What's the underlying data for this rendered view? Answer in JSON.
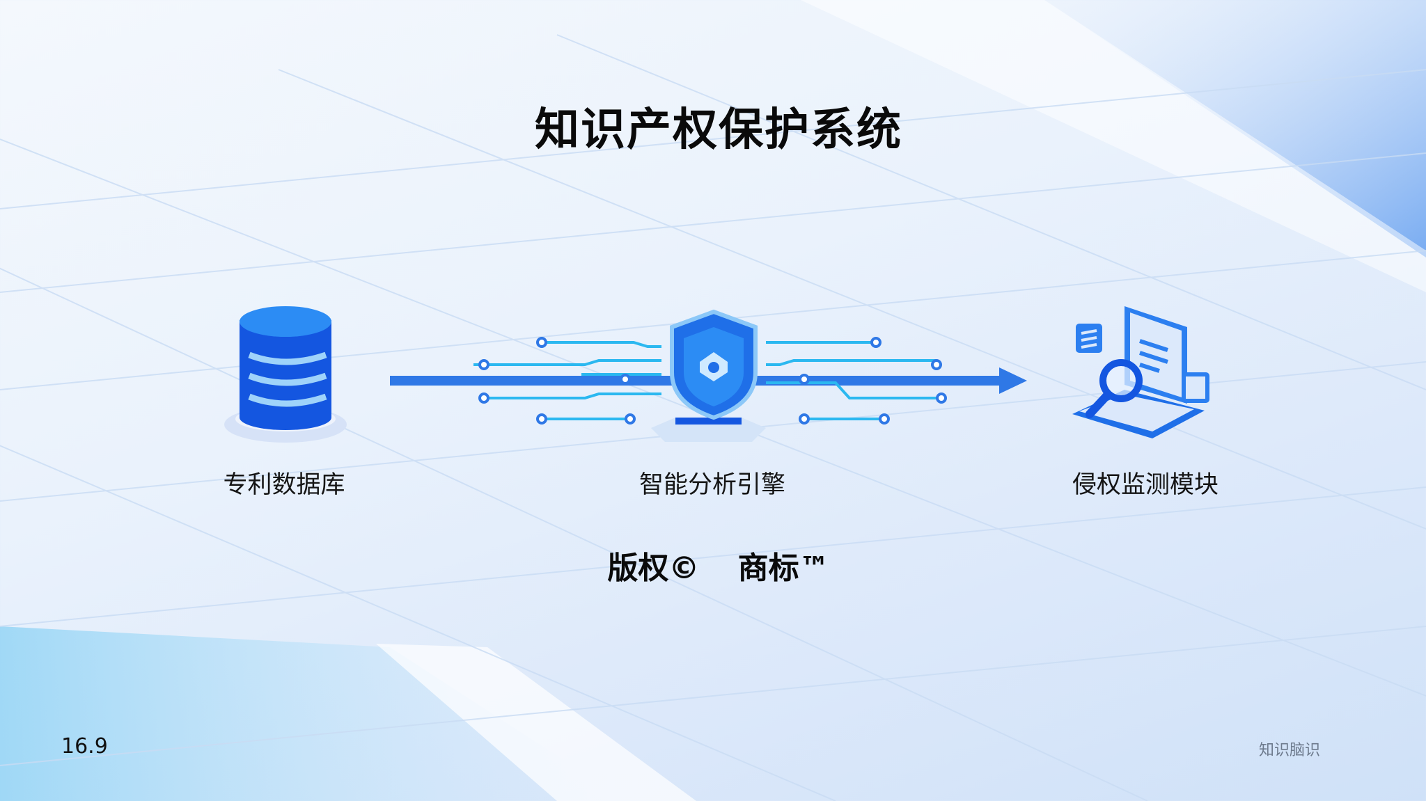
{
  "title": "知识产权保护系统",
  "nodes": [
    {
      "label": "专利数据库",
      "icon": "database-icon"
    },
    {
      "label": "智能分析引擎",
      "icon": "shield-circuit-icon"
    },
    {
      "label": "侵权监测模块",
      "icon": "monitor-search-icon"
    }
  ],
  "tags": {
    "copyright": "版权©",
    "trademark": "商标™"
  },
  "page_number": "16.9",
  "watermark": "知识脑识",
  "colors": {
    "accent": "#1565e8",
    "cyan": "#2bb8f0"
  }
}
